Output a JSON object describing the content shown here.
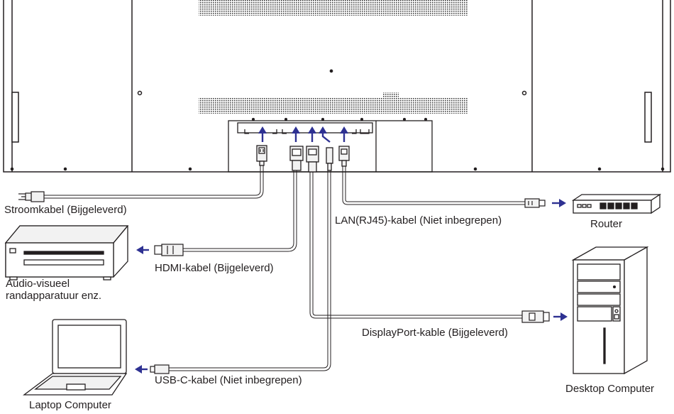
{
  "labels": {
    "power_cable": "Stroomkabel (Bijgeleverd)",
    "hdmi_cable": "HDMI-kabel (Bijgeleverd)",
    "av_device_line1": "Audio-visueel",
    "av_device_line2": "randapparatuur enz.",
    "laptop": "Laptop Computer",
    "usbc_cable": "USB-C-kabel (Niet inbegrepen)",
    "lan_cable": "LAN(RJ45)-kabel (Niet inbegrepen)",
    "router": "Router",
    "displayport_cable": "DisplayPort-kable (Bijgeleverd)",
    "desktop": "Desktop Computer"
  },
  "colors": {
    "line": "#231f20",
    "arrow": "#2e3192",
    "panel_fill": "#ffffff",
    "port_fill": "#f2f2f2"
  }
}
